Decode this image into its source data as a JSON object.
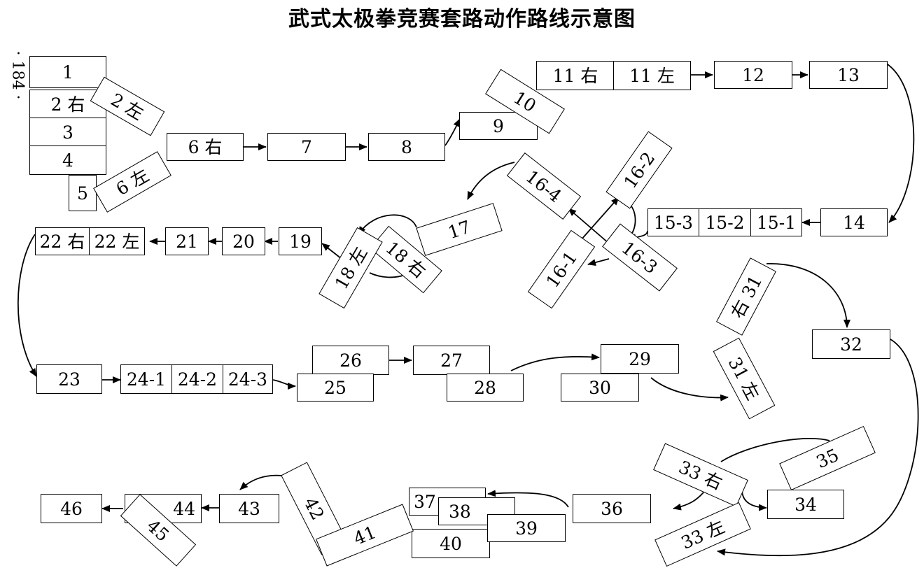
{
  "title": "武式太极拳竞赛套路动作路线示意图",
  "page_marker": "· 184 ·",
  "nodes": {
    "n1": "1",
    "n2r": "2 右",
    "n2l": "2 左",
    "n3": "3",
    "n4": "4",
    "n5": "5",
    "n6l": "6 左",
    "n6r": "6 右",
    "n7": "7",
    "n8": "8",
    "n9": "9",
    "n10": "10",
    "n11r": "11 右",
    "n11l": "11 左",
    "n12": "12",
    "n13": "13",
    "n14": "14",
    "n15_1": "15-1",
    "n15_2": "15-2",
    "n15_3": "15-3",
    "n16_1": "16-1",
    "n16_2": "16-2",
    "n16_3": "16-3",
    "n16_4": "16-4",
    "n17": "17",
    "n18r": "18 右",
    "n18l": "18 左",
    "n19": "19",
    "n20": "20",
    "n21": "21",
    "n22l": "22 左",
    "n22r": "22 右",
    "n23": "23",
    "n24_1": "24-1",
    "n24_2": "24-2",
    "n24_3": "24-3",
    "n25": "25",
    "n26": "26",
    "n27": "27",
    "n28": "28",
    "n29": "29",
    "n30": "30",
    "n31r": "右 31",
    "n31l": "31 左",
    "n32": "32",
    "n33r": "33 右",
    "n33l": "33 左",
    "n34": "34",
    "n35": "35",
    "n36": "36",
    "n37": "37",
    "n38": "38",
    "n39": "39",
    "n40": "40",
    "n41": "41",
    "n42": "42",
    "n43": "43",
    "n44": "44",
    "n45": "45",
    "n46": "46"
  }
}
